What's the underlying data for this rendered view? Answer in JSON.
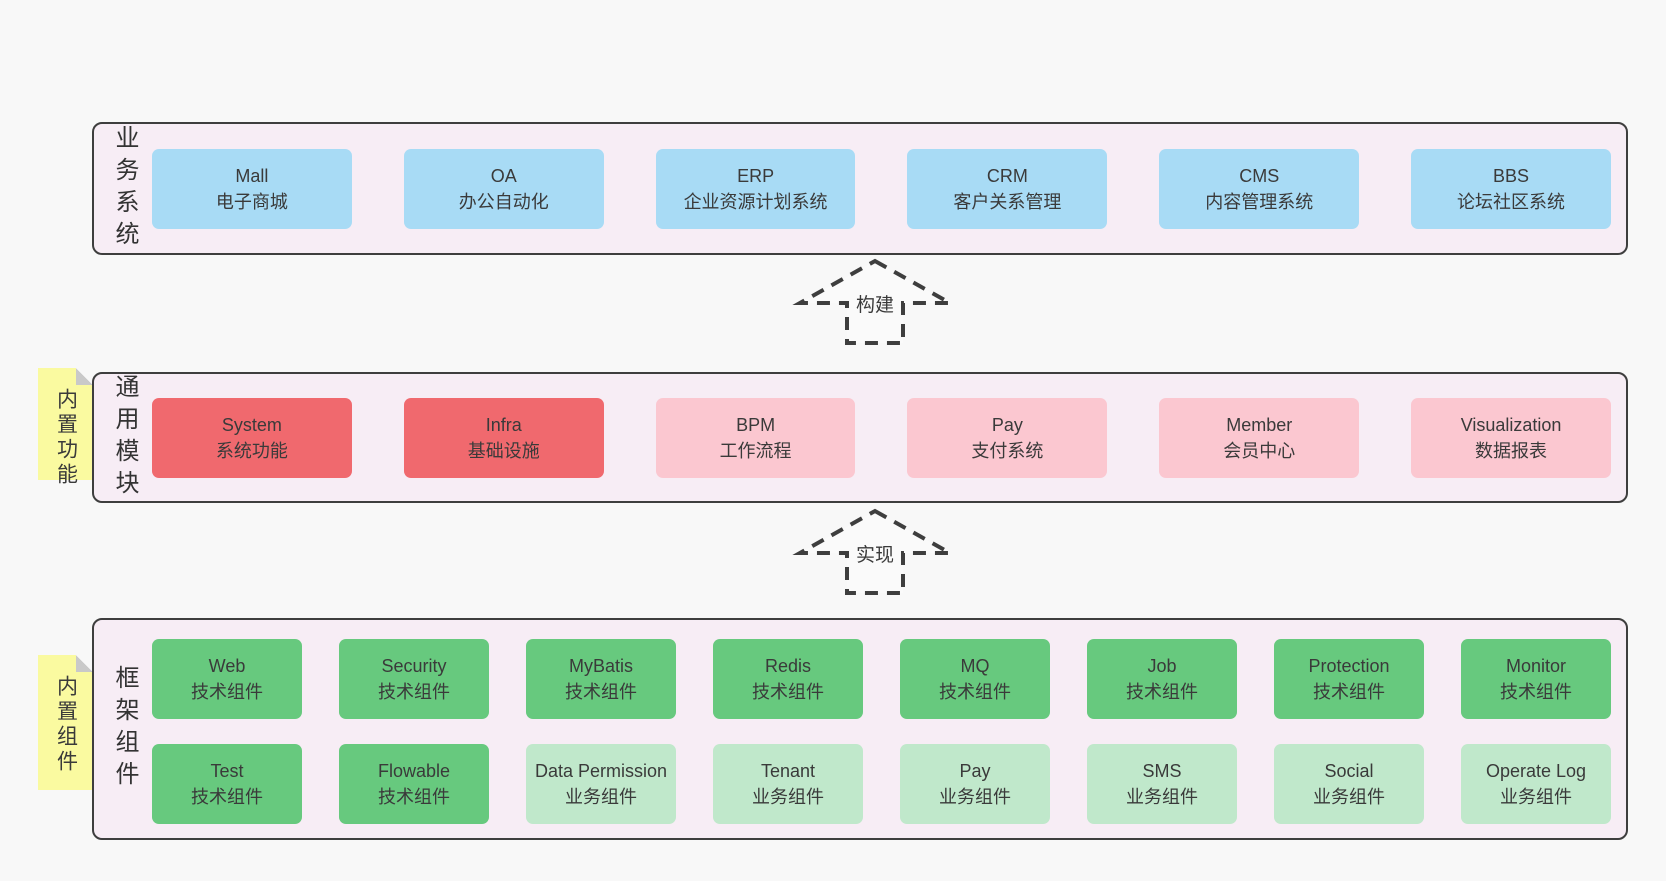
{
  "colors": {
    "page_bg": "#f8f8f8",
    "panel_bg": "#f7edf5",
    "panel_border": "#3e3e3e",
    "box_blue": "#a8dbf5",
    "box_red": "#f0696e",
    "box_pink": "#fbc7d0",
    "box_green_dark": "#67c97e",
    "box_green_light": "#c0e8cb",
    "sticky_yellow": "#fafaa0",
    "sticky_fold_gray": "#c9c9c9",
    "text": "#3a3a3a"
  },
  "arrows": [
    {
      "label": "构建"
    },
    {
      "label": "实现"
    }
  ],
  "sections": {
    "business": {
      "label": "业务系统",
      "boxes": [
        {
          "name": "Mall",
          "desc": "电子商城"
        },
        {
          "name": "OA",
          "desc": "办公自动化"
        },
        {
          "name": "ERP",
          "desc": "企业资源计划系统"
        },
        {
          "name": "CRM",
          "desc": "客户关系管理"
        },
        {
          "name": "CMS",
          "desc": "内容管理系统"
        },
        {
          "name": "BBS",
          "desc": "论坛社区系统"
        }
      ]
    },
    "modules": {
      "sticky": "内置功能",
      "label": "通用模块",
      "boxes": [
        {
          "name": "System",
          "desc": "系统功能",
          "variant": "red"
        },
        {
          "name": "Infra",
          "desc": "基础设施",
          "variant": "red"
        },
        {
          "name": "BPM",
          "desc": "工作流程",
          "variant": "pink"
        },
        {
          "name": "Pay",
          "desc": "支付系统",
          "variant": "pink"
        },
        {
          "name": "Member",
          "desc": "会员中心",
          "variant": "pink"
        },
        {
          "name": "Visualization",
          "desc": "数据报表",
          "variant": "pink"
        }
      ]
    },
    "framework": {
      "sticky": "内置组件",
      "label": "框架组件",
      "row1": [
        {
          "name": "Web",
          "desc": "技术组件",
          "variant": "dark"
        },
        {
          "name": "Security",
          "desc": "技术组件",
          "variant": "dark"
        },
        {
          "name": "MyBatis",
          "desc": "技术组件",
          "variant": "dark"
        },
        {
          "name": "Redis",
          "desc": "技术组件",
          "variant": "dark"
        },
        {
          "name": "MQ",
          "desc": "技术组件",
          "variant": "dark"
        },
        {
          "name": "Job",
          "desc": "技术组件",
          "variant": "dark"
        },
        {
          "name": "Protection",
          "desc": "技术组件",
          "variant": "dark"
        },
        {
          "name": "Monitor",
          "desc": "技术组件",
          "variant": "dark"
        }
      ],
      "row2": [
        {
          "name": "Test",
          "desc": "技术组件",
          "variant": "dark"
        },
        {
          "name": "Flowable",
          "desc": "技术组件",
          "variant": "dark"
        },
        {
          "name": "Data Permission",
          "desc": "业务组件",
          "variant": "light"
        },
        {
          "name": "Tenant",
          "desc": "业务组件",
          "variant": "light"
        },
        {
          "name": "Pay",
          "desc": "业务组件",
          "variant": "light"
        },
        {
          "name": "SMS",
          "desc": "业务组件",
          "variant": "light"
        },
        {
          "name": "Social",
          "desc": "业务组件",
          "variant": "light"
        },
        {
          "name": "Operate Log",
          "desc": "业务组件",
          "variant": "light"
        }
      ]
    }
  }
}
